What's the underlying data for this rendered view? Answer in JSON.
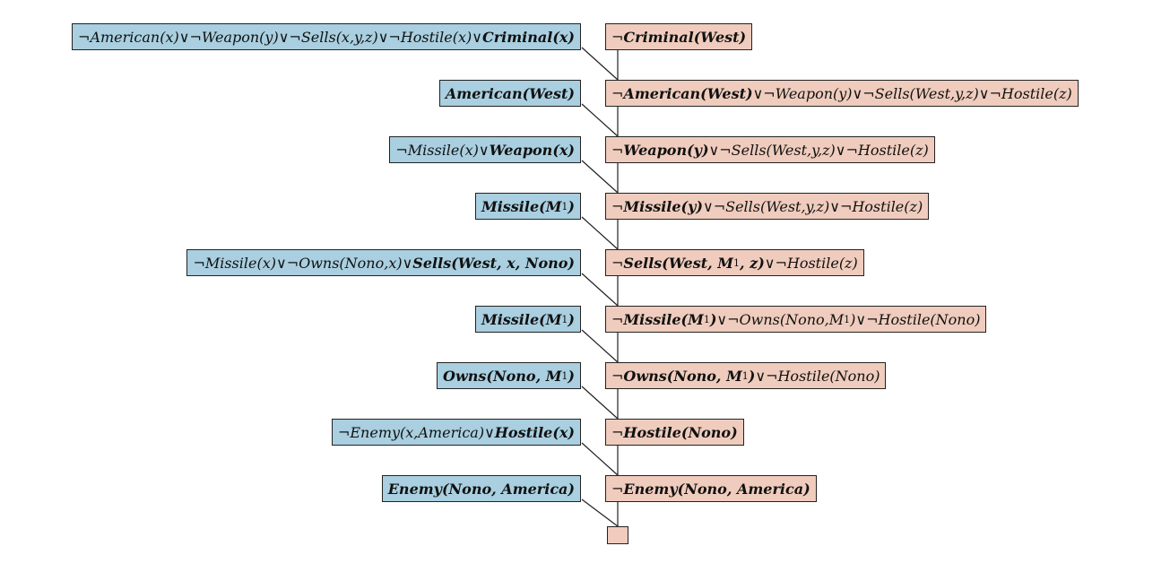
{
  "steps": [
    {
      "kb": [
        [
          "¬American(x)∨¬Weapon(y)∨¬Sells(x,y,z)∨¬Hostile(x)∨",
          0
        ],
        [
          "Criminal(x)",
          1
        ]
      ],
      "goal": [
        [
          "¬",
          0
        ],
        [
          "Criminal(West)",
          1
        ]
      ]
    },
    {
      "kb": [
        [
          "American(West)",
          1
        ]
      ],
      "goal": [
        [
          "¬",
          0
        ],
        [
          "American(West)",
          1
        ],
        [
          "∨¬Weapon(y)∨¬Sells(West,y,z)∨¬Hostile(z)",
          0
        ]
      ]
    },
    {
      "kb": [
        [
          "¬Missile(x)∨",
          0
        ],
        [
          "Weapon(x)",
          1
        ]
      ],
      "goal": [
        [
          "¬",
          0
        ],
        [
          "Weapon(y)",
          1
        ],
        [
          "∨¬Sells(West,y,z)∨¬Hostile(z)",
          0
        ]
      ]
    },
    {
      "kb": [
        [
          "Missile(M",
          1
        ],
        [
          "1",
          2
        ],
        [
          ")",
          1
        ]
      ],
      "goal": [
        [
          "¬",
          0
        ],
        [
          "Missile(y)",
          1
        ],
        [
          "∨¬Sells(West,y,z)∨¬Hostile(z)",
          0
        ]
      ]
    },
    {
      "kb": [
        [
          "¬Missile(x)∨¬Owns(Nono,x)∨",
          0
        ],
        [
          "Sells(West, x, Nono)",
          1
        ]
      ],
      "goal": [
        [
          "¬",
          0
        ],
        [
          "Sells(West, M",
          1
        ],
        [
          "1",
          2
        ],
        [
          ", z)",
          1
        ],
        [
          "∨¬Hostile(z)",
          0
        ]
      ]
    },
    {
      "kb": [
        [
          "Missile(M",
          1
        ],
        [
          "1",
          2
        ],
        [
          ")",
          1
        ]
      ],
      "goal": [
        [
          "¬",
          0
        ],
        [
          "Missile(M",
          1
        ],
        [
          "1",
          2
        ],
        [
          ")",
          1
        ],
        [
          "∨¬Owns(Nono,M",
          0
        ],
        [
          "1",
          2
        ],
        [
          ")∨¬Hostile(Nono)",
          0
        ]
      ]
    },
    {
      "kb": [
        [
          "Owns(Nono, M",
          1
        ],
        [
          "1",
          2
        ],
        [
          ")",
          1
        ]
      ],
      "goal": [
        [
          "¬",
          0
        ],
        [
          "Owns(Nono, M",
          1
        ],
        [
          "1",
          2
        ],
        [
          ")",
          1
        ],
        [
          "∨¬Hostile(Nono)",
          0
        ]
      ]
    },
    {
      "kb": [
        [
          "¬Enemy(x,America)∨",
          0
        ],
        [
          "Hostile(x)",
          1
        ]
      ],
      "goal": [
        [
          "¬",
          0
        ],
        [
          "Hostile(Nono)",
          1
        ]
      ]
    },
    {
      "kb": [
        [
          "Enemy(Nono, America)",
          1
        ]
      ],
      "goal": [
        [
          "¬",
          0
        ],
        [
          "Enemy(Nono, America)",
          1
        ]
      ]
    }
  ]
}
